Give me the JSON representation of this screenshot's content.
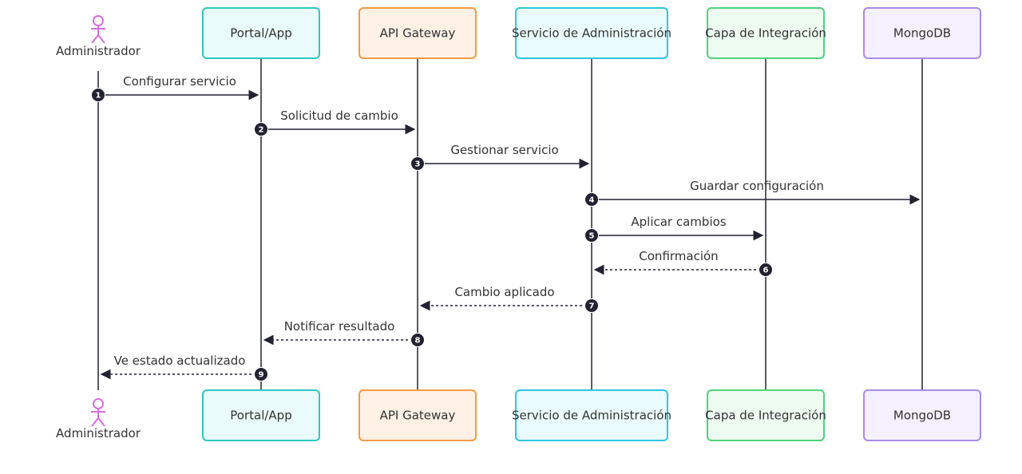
{
  "diagram": {
    "actor": {
      "label": "Administrador",
      "color": "#d96ee0"
    },
    "participants": [
      {
        "id": "portal",
        "label": "Portal/App",
        "stroke": "#2cc9c0",
        "fill": "#e9fbfa"
      },
      {
        "id": "gateway",
        "label": "API Gateway",
        "stroke": "#f59a42",
        "fill": "#fdf1e6"
      },
      {
        "id": "admin_service",
        "label": "Servicio de Administración",
        "stroke": "#2ec6e0",
        "fill": "#eafbfd"
      },
      {
        "id": "integration",
        "label": "Capa de Integración",
        "stroke": "#4fd37b",
        "fill": "#eefbf1"
      },
      {
        "id": "mongodb",
        "label": "MongoDB",
        "stroke": "#a98ce8",
        "fill": "#f4f0fd"
      }
    ],
    "messages": [
      {
        "n": "1",
        "from": "actor",
        "to": "portal",
        "label": "Configurar servicio",
        "style": "solid"
      },
      {
        "n": "2",
        "from": "portal",
        "to": "gateway",
        "label": "Solicitud de cambio",
        "style": "solid"
      },
      {
        "n": "3",
        "from": "gateway",
        "to": "admin_service",
        "label": "Gestionar servicio",
        "style": "solid"
      },
      {
        "n": "4",
        "from": "admin_service",
        "to": "mongodb",
        "label": "Guardar configuración",
        "style": "solid"
      },
      {
        "n": "5",
        "from": "admin_service",
        "to": "integration",
        "label": "Aplicar cambios",
        "style": "solid"
      },
      {
        "n": "6",
        "from": "integration",
        "to": "admin_service",
        "label": "Confirmación",
        "style": "dashed"
      },
      {
        "n": "7",
        "from": "admin_service",
        "to": "gateway",
        "label": "Cambio aplicado",
        "style": "dashed"
      },
      {
        "n": "8",
        "from": "gateway",
        "to": "portal",
        "label": "Notificar resultado",
        "style": "dashed"
      },
      {
        "n": "9",
        "from": "portal",
        "to": "actor",
        "label": "Ve estado actualizado",
        "style": "dashed"
      }
    ],
    "line_color": "#222233"
  }
}
